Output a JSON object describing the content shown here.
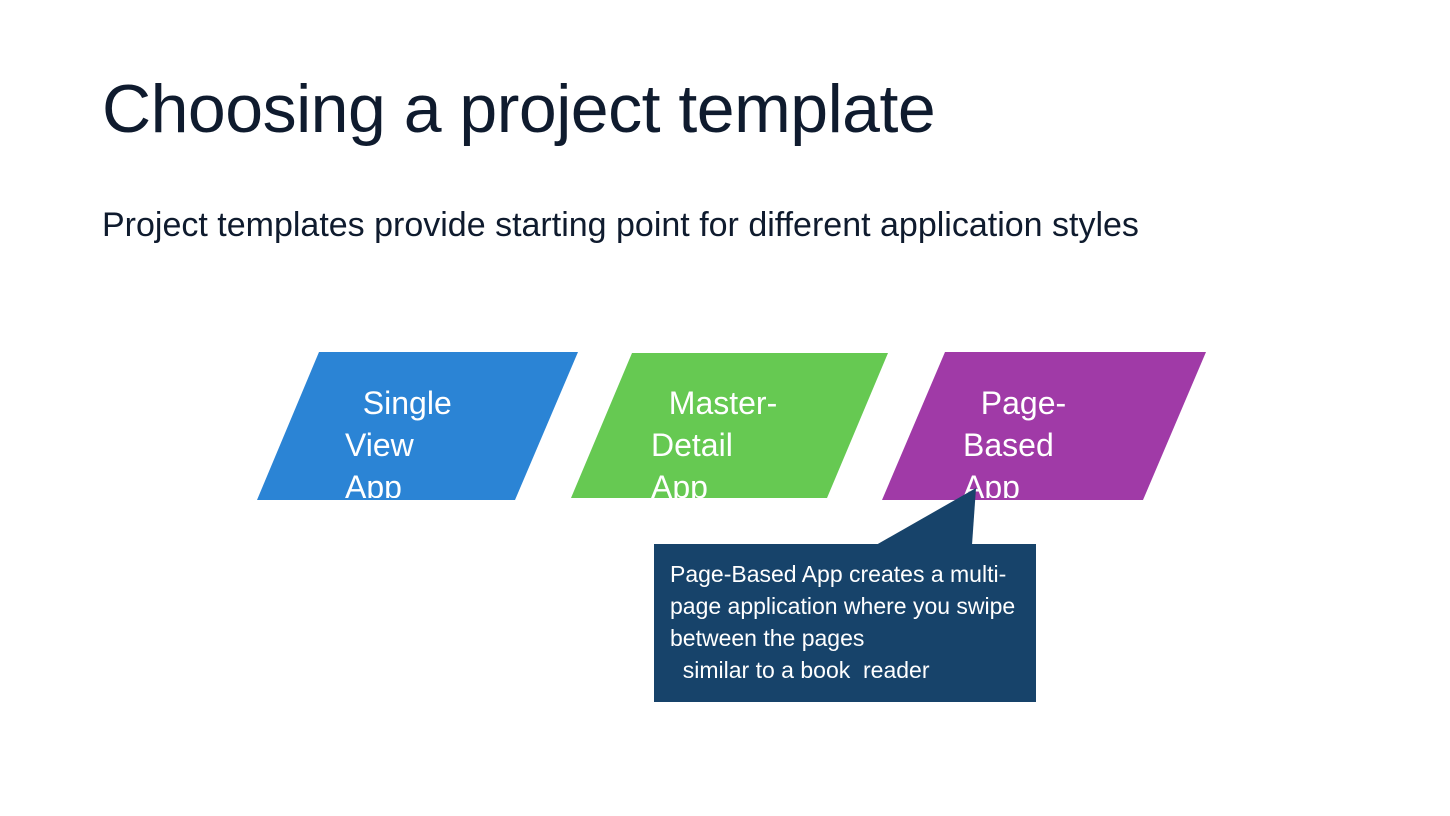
{
  "slide": {
    "title": "Choosing a project template",
    "subtitle": "Project templates provide starting point for different application styles"
  },
  "templates": [
    {
      "label": "  Single\nView\nApp",
      "color": "#2b84d5"
    },
    {
      "label": "  Master-\nDetail\nApp",
      "color": "#66c952"
    },
    {
      "label": "  Page-\nBased\nApp",
      "color": "#a03aa7"
    }
  ],
  "callout": {
    "text": "Page-Based App creates a multi-page application where you swipe between the pages\n  similar to a book  reader",
    "color": "#17436a",
    "points_to": "Page-Based App"
  }
}
